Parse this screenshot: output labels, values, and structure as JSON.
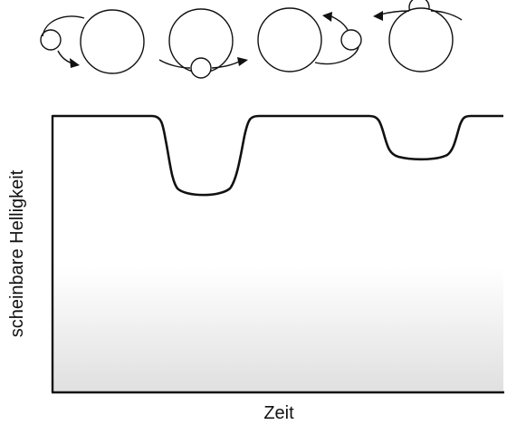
{
  "diagram": {
    "xlabel": "Zeit",
    "ylabel": "scheinbare Helligkeit",
    "colors": {
      "stroke": "#111111",
      "fill_top": "#ffffff",
      "fill_bottom": "#e0e0e0"
    },
    "orbit_phases": [
      {
        "phase": "companion to the left of primary, moving downward"
      },
      {
        "phase": "companion in front of primary (primary eclipse)"
      },
      {
        "phase": "companion to the right of primary, moving upward"
      },
      {
        "phase": "companion behind primary (secondary eclipse)"
      }
    ]
  }
}
